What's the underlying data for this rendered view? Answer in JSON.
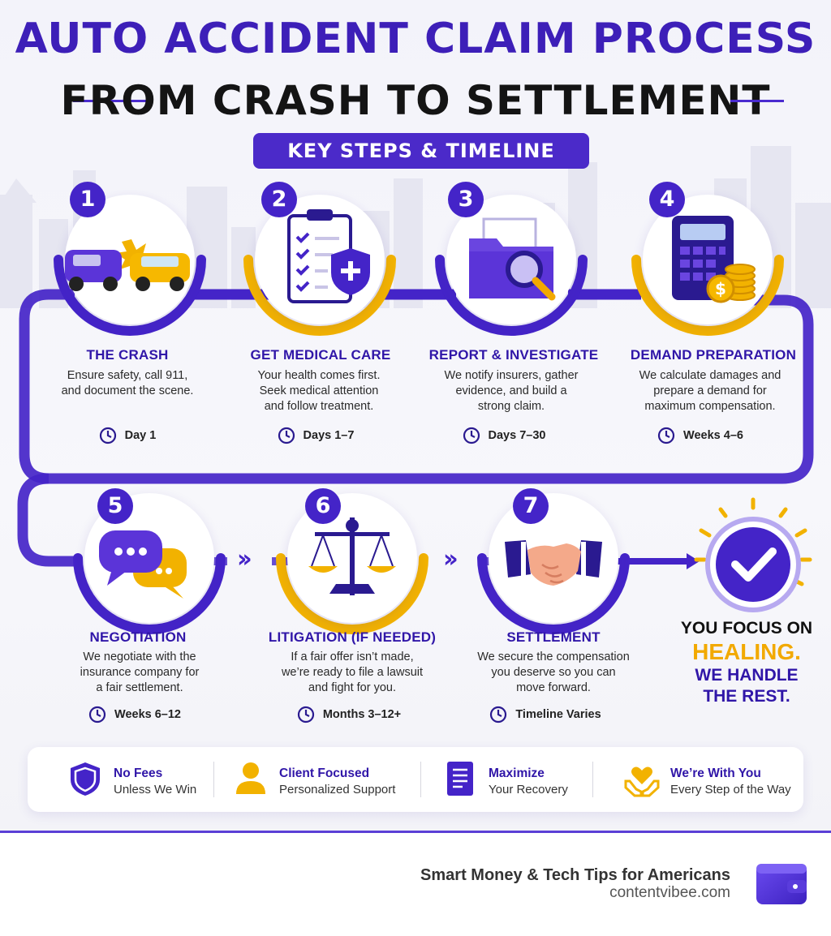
{
  "header": {
    "title": "AUTO ACCIDENT CLAIM PROCESS",
    "subtitle": "FROM CRASH TO SETTLEMENT",
    "section_label": "KEY STEPS & TIMELINE"
  },
  "steps": [
    {
      "number": "1",
      "title": "THE CRASH",
      "desc": [
        "Ensure safety, call 911,",
        "and document the scene."
      ],
      "time": "Day 1",
      "icon": "car-crash-icon"
    },
    {
      "number": "2",
      "title": "GET MEDICAL CARE",
      "desc": [
        "Your health comes first.",
        "Seek medical attention",
        "and follow treatment."
      ],
      "time": "Days 1–7",
      "icon": "clipboard-shield-icon"
    },
    {
      "number": "3",
      "title": "REPORT & INVESTIGATE",
      "desc": [
        "We notify insurers, gather",
        "evidence, and build a",
        "strong claim."
      ],
      "time": "Days 7–30",
      "icon": "folder-search-icon"
    },
    {
      "number": "4",
      "title": "DEMAND PREPARATION",
      "desc": [
        "We calculate damages and",
        "prepare a demand for",
        "maximum compensation."
      ],
      "time": "Weeks 4–6",
      "icon": "calculator-coins-icon"
    },
    {
      "number": "5",
      "title": "NEGOTIATION",
      "desc": [
        "We negotiate with the",
        "insurance company for",
        "a fair settlement."
      ],
      "time": "Weeks 6–12",
      "icon": "chat-bubbles-icon"
    },
    {
      "number": "6",
      "title": "LITIGATION (IF NEEDED)",
      "desc": [
        "If a fair offer isn’t made,",
        "we’re ready to file a lawsuit",
        "and fight for you."
      ],
      "time": "Months 3–12+",
      "icon": "scales-icon"
    },
    {
      "number": "7",
      "title": "SETTLEMENT",
      "desc": [
        "We secure the compensation",
        "you deserve so you can",
        "move forward."
      ],
      "time": "Timeline Varies",
      "icon": "handshake-icon"
    }
  ],
  "final": {
    "line1": "YOU FOCUS ON",
    "line2": "HEALING.",
    "line3a": "WE HANDLE",
    "line3b": "THE REST.",
    "icon": "checkmark-icon"
  },
  "features": [
    {
      "title": "No Fees",
      "sub": "Unless We Win",
      "icon": "shield-icon"
    },
    {
      "title": "Client Focused",
      "sub": "Personalized Support",
      "icon": "person-icon"
    },
    {
      "title": "Maximize",
      "sub": "Your Recovery",
      "icon": "document-icon"
    },
    {
      "title": "We’re With You",
      "sub": "Every Step of the Way",
      "icon": "heart-hands-icon"
    }
  ],
  "footer": {
    "tagline": "Smart Money & Tech Tips for Americans",
    "site": "contentvibee.com",
    "logo_icon": "wallet-icon"
  },
  "colors": {
    "primary": "#4424c8",
    "accent": "#f2a900",
    "dark": "#141414"
  }
}
